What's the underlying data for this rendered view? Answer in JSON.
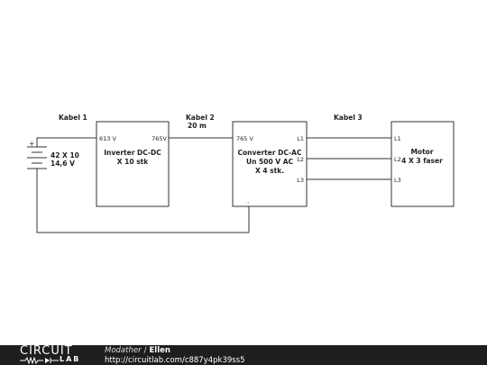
{
  "diagram": {
    "cable1_label": "Kabel 1",
    "cable2_label": "Kabel 2",
    "cable2_length": "20 m",
    "cable3_label": "Kabel 3",
    "battery": {
      "plus": "+",
      "count": "42 X 10",
      "voltage": "14,6 V"
    },
    "inverter": {
      "line1": "Inverter DC-DC",
      "line2": "X 10 stk",
      "in_label": "613 V",
      "out_label": "765V"
    },
    "converter": {
      "line1": "Converter DC-AC",
      "line2": "Un 500 V AC",
      "line3": "X 4 stk.",
      "in_label": "765 V",
      "out_l1": "L1",
      "out_l2": "L2",
      "out_l3": "L3",
      "bottom_mark": "."
    },
    "motor": {
      "line1": "Motor",
      "line2": "4 X 3 faser",
      "in_l1": "L1",
      "in_l2": "L2",
      "in_l3": "L3"
    }
  },
  "footer": {
    "logo_circuit": "CIRCUIT",
    "logo_lab": "LAB",
    "author": "Modather",
    "separator": "/",
    "title": "Ellen",
    "url": "http://circuitlab.com/c887y4pk39ss5"
  }
}
